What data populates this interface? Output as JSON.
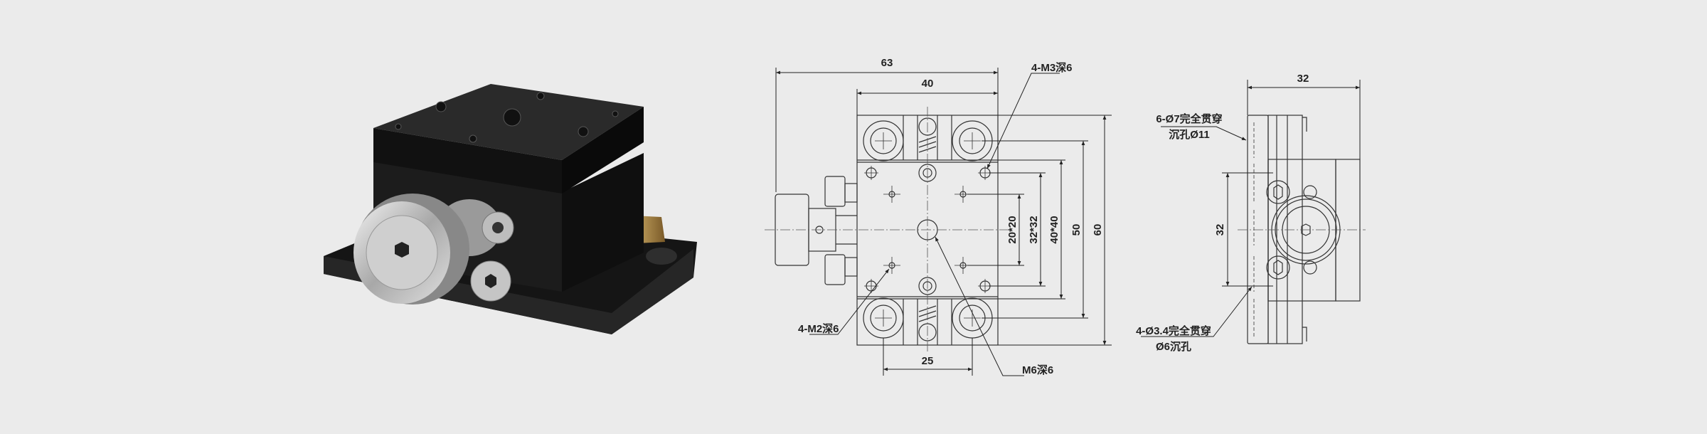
{
  "product_photo": {
    "description_icon": "linear-stage-photo"
  },
  "front_view": {
    "dims": {
      "overall_width": "63",
      "body_width": "40",
      "hole_spacing_x": "25",
      "pattern_20": "20*20",
      "pattern_32": "32*32",
      "pattern_40": "40*40",
      "height_50": "50",
      "height_60": "60"
    },
    "callouts": {
      "m3": "4-M3深6",
      "m2": "4-M2深6",
      "m6": "M6深6"
    }
  },
  "side_view": {
    "dims": {
      "width": "32",
      "hole_spacing": "32"
    },
    "callouts": {
      "top_line1": "6-Ø7完全贯穿",
      "top_line2": "沉孔Ø11",
      "bottom_line1": "4-Ø3.4完全贯穿",
      "bottom_line2": "Ø6沉孔"
    }
  },
  "colors": {
    "background": "#ebebeb",
    "line": "#333333"
  }
}
